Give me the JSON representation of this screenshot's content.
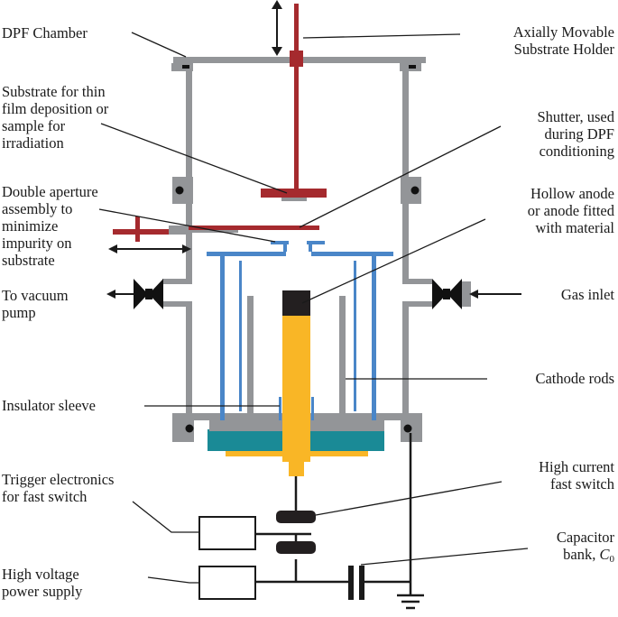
{
  "labels": {
    "dpf_chamber": [
      "DPF Chamber"
    ],
    "substrate_holder": [
      "Axially Movable",
      "Substrate Holder"
    ],
    "substrate": [
      "Substrate for thin",
      "film deposition or",
      "sample for",
      "irradiation"
    ],
    "shutter": [
      "Shutter, used",
      "during DPF",
      "conditioning"
    ],
    "aperture": [
      "Double aperture",
      "assembly to",
      "minimize",
      "impurity on",
      "substrate"
    ],
    "anode": [
      "Hollow anode",
      "or anode fitted",
      "with material"
    ],
    "vacuum_pump": [
      "To vacuum",
      "pump"
    ],
    "gas_inlet": [
      "Gas inlet"
    ],
    "cathode_rods": [
      "Cathode rods"
    ],
    "insulator": [
      "Insulator sleeve"
    ],
    "trigger": [
      "Trigger electronics",
      "for fast switch"
    ],
    "switch": [
      "High current",
      "fast switch"
    ],
    "hv_supply": [
      "High voltage",
      "power supply"
    ],
    "capacitor": [
      "Capacitor",
      "bank, "
    ],
    "capacitor_symbol": "C",
    "capacitor_subscript": "0"
  },
  "colors": {
    "chamber": "#939598",
    "holder": "#a52a2e",
    "electrode_blue": "#4a86c8",
    "anode": "#f9b626",
    "anode_tip": "#231f20",
    "insulator_teal": "#1a8a96",
    "ink": "#1a1a1a"
  }
}
